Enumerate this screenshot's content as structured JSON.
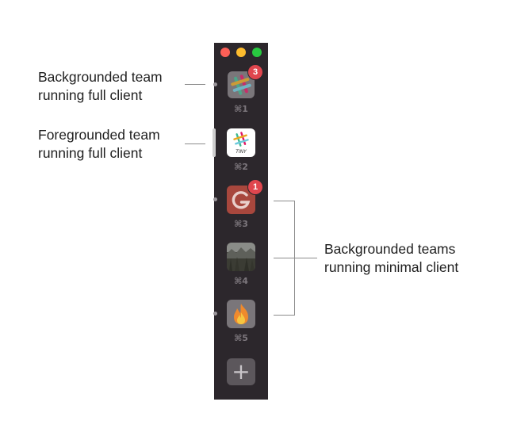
{
  "annotations": {
    "label_1": "Backgrounded team\nrunning full client",
    "label_2": "Foregrounded team\nrunning full client",
    "label_3": "Backgrounded teams\nrunning minimal client"
  },
  "sidebar": {
    "window_controls": [
      "close",
      "minimize",
      "zoom"
    ],
    "teams": [
      {
        "shortcut": "⌘1",
        "badge": "3",
        "icon": "slack-logo-icon",
        "state": "backgrounded-full"
      },
      {
        "shortcut": "⌘2",
        "badge": "",
        "icon": "slack-tiny-logo-icon",
        "tile_text": "TINY",
        "state": "foregrounded-full"
      },
      {
        "shortcut": "⌘3",
        "badge": "1",
        "icon": "g-logo-icon",
        "state": "backgrounded-minimal"
      },
      {
        "shortcut": "⌘4",
        "badge": "",
        "icon": "landscape-photo-icon",
        "state": "backgrounded-minimal"
      },
      {
        "shortcut": "⌘5",
        "badge": "",
        "icon": "fire-icon",
        "state": "backgrounded-minimal"
      }
    ],
    "add_button": "+"
  },
  "colors": {
    "sidebar_bg": "#2c272c",
    "badge": "#e0464e",
    "close": "#fc5f57",
    "minimize": "#fdbc2e",
    "zoom": "#28c840"
  }
}
